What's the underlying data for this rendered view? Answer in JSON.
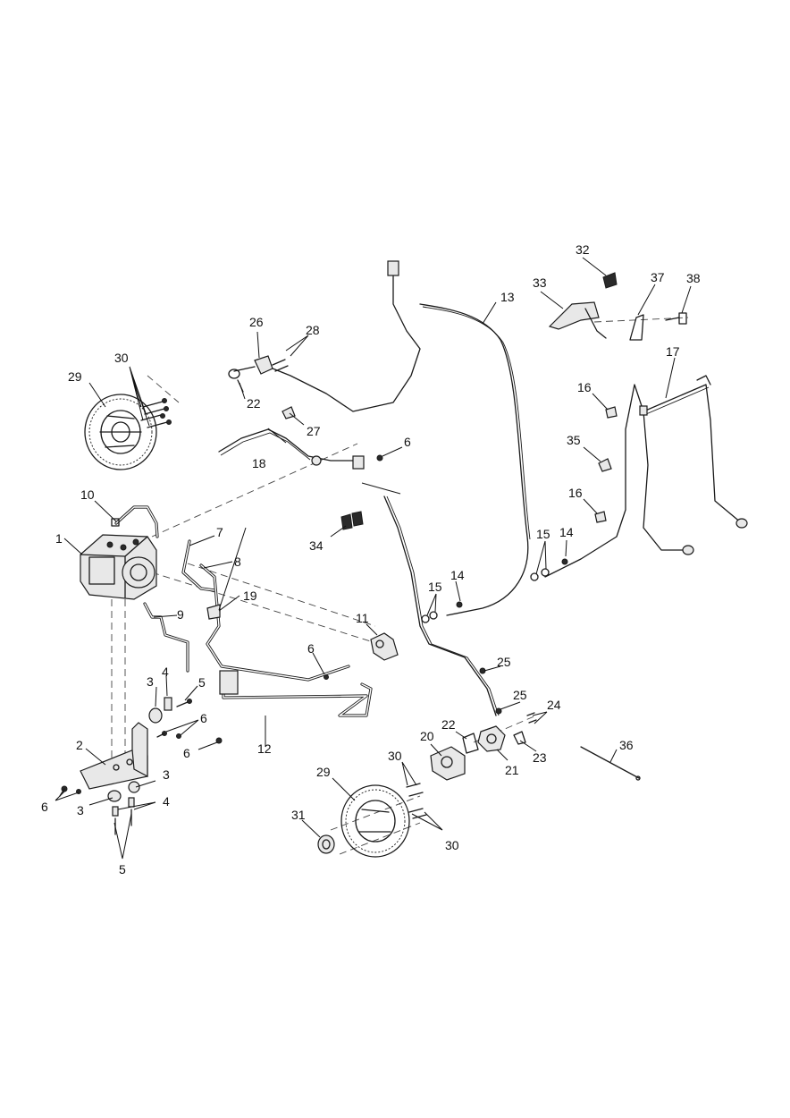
{
  "callouts": {
    "c1": "1",
    "c2": "2",
    "c3a": "3",
    "c3b": "3",
    "c3c": "3",
    "c4a": "4",
    "c4b": "4",
    "c5a": "5",
    "c5b": "5",
    "c6a": "6",
    "c6b": "6",
    "c6c": "6",
    "c6d": "6",
    "c6e": "6",
    "c7": "7",
    "c8": "8",
    "c9": "9",
    "c10": "10",
    "c11": "11",
    "c12": "12",
    "c13": "13",
    "c14a": "14",
    "c14b": "14",
    "c15a": "15",
    "c15b": "15",
    "c16a": "16",
    "c16b": "16",
    "c17": "17",
    "c18": "18",
    "c19": "19",
    "c20": "20",
    "c21": "21",
    "c22a": "22",
    "c22b": "22",
    "c23": "23",
    "c24": "24",
    "c25a": "25",
    "c25b": "25",
    "c26": "26",
    "c27": "27",
    "c28": "28",
    "c29a": "29",
    "c29b": "29",
    "c30a": "30",
    "c30b": "30",
    "c30c": "30",
    "c31": "31",
    "c32": "32",
    "c33": "33",
    "c34": "34",
    "c35": "35",
    "c36": "36",
    "c37": "37",
    "c38": "38"
  }
}
